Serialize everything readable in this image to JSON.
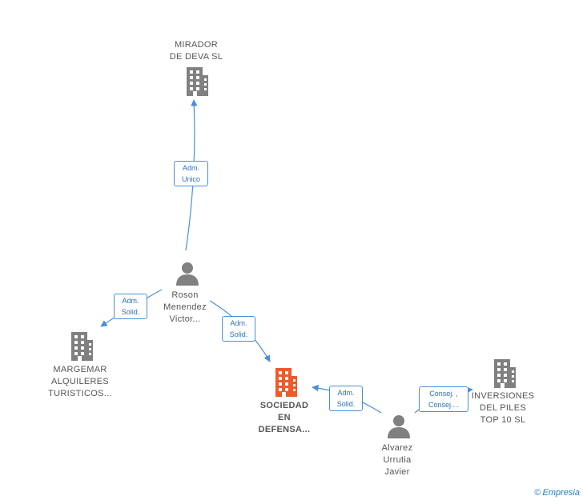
{
  "colors": {
    "edge": "#4a8fd6",
    "company_icon": "#808080",
    "main_icon": "#f05a28",
    "person_icon": "#808080"
  },
  "nodes": {
    "mirador": {
      "lines": [
        "MIRADOR",
        "DE DEVA  SL"
      ]
    },
    "margemar": {
      "lines": [
        "MARGEMAR",
        "ALQUILERES",
        "TURISTICOS..."
      ]
    },
    "sociedad": {
      "lines": [
        "SOCIEDAD",
        "EN",
        "DEFENSA..."
      ]
    },
    "inversiones": {
      "lines": [
        "INVERSIONES",
        "DEL PILES",
        "TOP 10 SL"
      ]
    },
    "roson": {
      "lines": [
        "Roson",
        "Menendez",
        "Victor..."
      ]
    },
    "alvarez": {
      "lines": [
        "Alvarez",
        "Urrutia",
        "Javier"
      ]
    }
  },
  "edges": {
    "roson_mirador": {
      "lines": [
        "Adm.",
        "Unico"
      ]
    },
    "roson_margemar": {
      "lines": [
        "Adm.",
        "Solid."
      ]
    },
    "roson_sociedad": {
      "lines": [
        "Adm.",
        "Solid."
      ]
    },
    "alvarez_sociedad": {
      "lines": [
        "Adm.",
        "Solid."
      ]
    },
    "alvarez_inversiones": {
      "lines": [
        "Consej. ,",
        "Consej...."
      ]
    }
  },
  "watermark": {
    "symbol": "©",
    "brand": "Empresia"
  }
}
